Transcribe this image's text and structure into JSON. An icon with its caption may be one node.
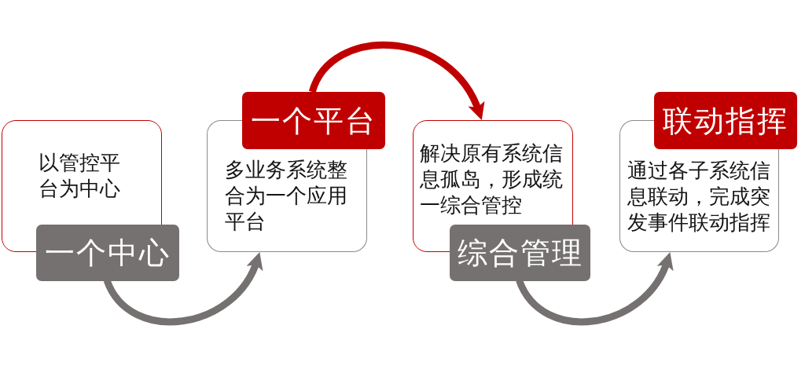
{
  "diagram": {
    "nodes": [
      {
        "text": [
          "以管控平台为中心"
        ]
      },
      {
        "text": [
          "一个中心"
        ]
      },
      {
        "text": [
          "一个平台"
        ]
      },
      {
        "text": [
          "多业务系统整合为一个应用平台"
        ]
      },
      {
        "text": [
          "解决原有系统信息孤岛，形成统一综合管控"
        ]
      },
      {
        "text": [
          "综合管理"
        ]
      },
      {
        "text": [
          "联动指挥"
        ]
      },
      {
        "text": [
          "通过各子系统信息联动，完成突发事件联动指挥"
        ]
      }
    ],
    "edges": [
      {
        "from": 1,
        "to": 3,
        "arrow": "to"
      },
      {
        "from": 2,
        "to": 4,
        "arrow": "to",
        "color": "#c00000"
      },
      {
        "from": 5,
        "to": 7,
        "arrow": "to"
      }
    ]
  }
}
